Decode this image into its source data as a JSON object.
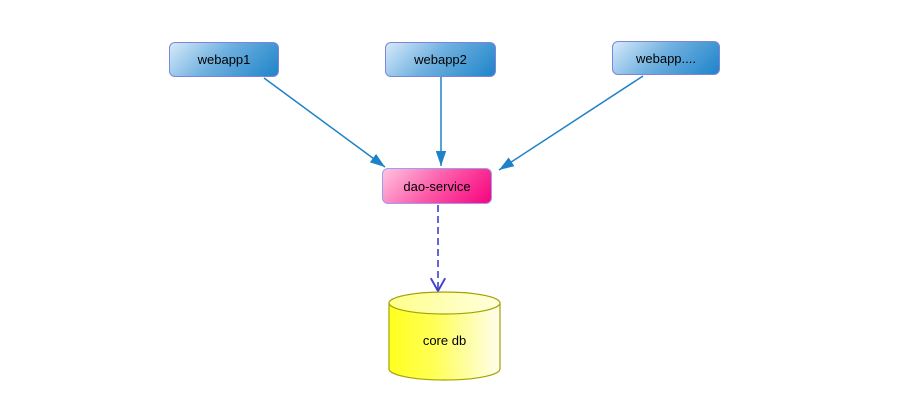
{
  "diagram": {
    "nodes": [
      {
        "id": "webapp1",
        "label": "webapp1",
        "shape": "rounded-rect",
        "fill": "blue-gradient"
      },
      {
        "id": "webapp2",
        "label": "webapp2",
        "shape": "rounded-rect",
        "fill": "blue-gradient"
      },
      {
        "id": "webapp_more",
        "label": "webapp....",
        "shape": "rounded-rect",
        "fill": "blue-gradient"
      },
      {
        "id": "dao_service",
        "label": "dao-service",
        "shape": "rounded-rect",
        "fill": "pink-gradient"
      },
      {
        "id": "core_db",
        "label": "core db",
        "shape": "cylinder",
        "fill": "yellow-gradient"
      }
    ],
    "edges": [
      {
        "from": "webapp1",
        "to": "dao_service",
        "style": "solid",
        "arrowhead": "filled-triangle"
      },
      {
        "from": "webapp2",
        "to": "dao_service",
        "style": "solid",
        "arrowhead": "filled-triangle"
      },
      {
        "from": "webapp_more",
        "to": "dao_service",
        "style": "solid",
        "arrowhead": "filled-triangle"
      },
      {
        "from": "dao_service",
        "to": "core_db",
        "style": "dashed",
        "arrowhead": "open-chevron"
      }
    ],
    "colors": {
      "node_blue_light": "#d6eafa",
      "node_blue_dark": "#1e84c9",
      "node_blue_border": "#8083db",
      "node_pink_light": "#ffc4e1",
      "node_pink_dark": "#f8017f",
      "node_pink_border": "#9e9ef0",
      "cylinder_yellow": "#ffff20",
      "cylinder_yellow_light": "#fefdee",
      "cylinder_top_light": "#ffff8a",
      "cylinder_border": "#a3a300",
      "edge_solid": "#1e82c8",
      "edge_dashed": "#4040cf",
      "background": "#ffffff",
      "label_text": "#000000"
    }
  }
}
